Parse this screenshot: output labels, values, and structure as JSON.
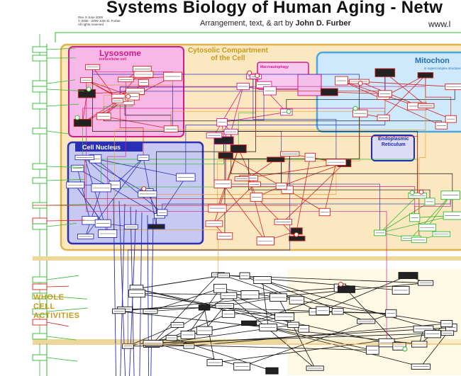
{
  "header": {
    "title": "Systems Biology of Human Aging - Netw",
    "subtitle_prefix": "Arrangement, text, & art by",
    "author": "John D. Furber",
    "site": "www.l",
    "meta_lines": [
      "Rev. 9 June 2009",
      "© 2006 - 2009 John D. Furber",
      "All rights reserved"
    ]
  },
  "compartments": {
    "lysosome": {
      "title": "Lysosome",
      "subtitle": "Intracellular cell"
    },
    "cytosolic": {
      "title_line1": "Cytosolic Compartment",
      "title_line2": "of the Cell"
    },
    "mitochondria": {
      "title": "Mitochon",
      "subtitle": "in supercomplex structure"
    },
    "nucleus": {
      "title": "Cell Nucleus"
    },
    "er": {
      "title_line1": "Endoplasmic",
      "title_line2": "Reticulum"
    },
    "autophagy": {
      "title": "Macroautophagy"
    }
  },
  "whole_cell": {
    "line1": "WHOLE",
    "line2": "CELL",
    "line3": "ACTIVITIES"
  },
  "colors": {
    "lysosome_fill": "#f7b8e8",
    "lysosome_stroke": "#d01c8b",
    "cytosol_fill": "#fbe8c0",
    "cytosol_stroke": "#e0b24a",
    "mito_fill": "#cde9fb",
    "mito_stroke": "#4aa6e0",
    "nucleus_fill": "#c7c9f2",
    "nucleus_stroke": "#2a2fb5",
    "band": "#ecd89a",
    "green": "#2eb82e",
    "red": "#d42020",
    "black": "#111111",
    "magenta": "#d01c8b",
    "blue": "#2a2fb5",
    "orange": "#e6a13a"
  }
}
